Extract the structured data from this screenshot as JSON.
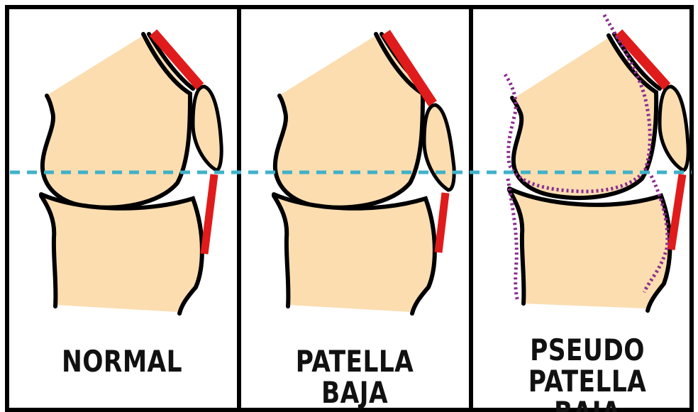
{
  "panels": [
    {
      "label": "NORMAL"
    },
    {
      "label": "PATELLA BAJA"
    },
    {
      "label_line1": "PSEUDO",
      "label_line2": "PATELLA BAJA"
    }
  ],
  "colors": {
    "bone": "#FBDDB0",
    "outline": "#000000",
    "tendon": "#E01B1B",
    "reference_line": "#3FB1C9",
    "pseudo_outline": "#8B2C8F",
    "frame": "#000000"
  },
  "icons": [
    "femur-shape",
    "tibia-shape",
    "patella-shape",
    "quadriceps-tendon",
    "patellar-tendon",
    "reference-dashed-line"
  ]
}
